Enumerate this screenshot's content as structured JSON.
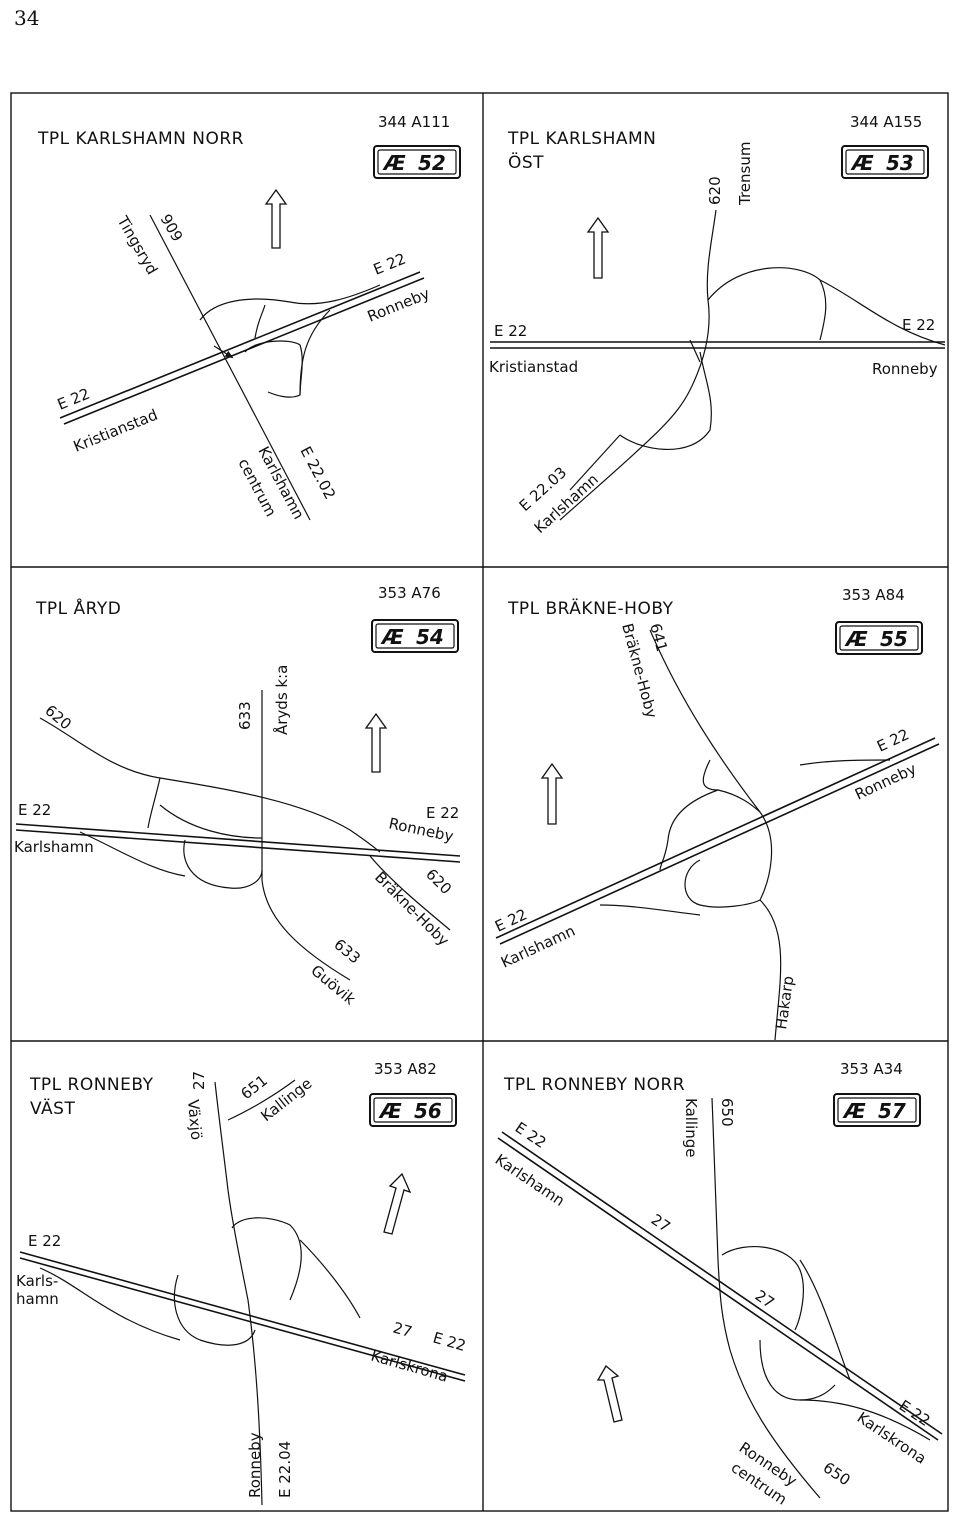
{
  "page_number": "34",
  "panels": [
    {
      "title_lines": [
        "TPL KARLSHAMN NORR"
      ],
      "code": "344  A111",
      "badge": "52",
      "labels": [
        "909",
        "Tingsryd",
        "E 22",
        "Ronneby",
        "E 22",
        "Kristianstad",
        "E 22.02",
        "Karlshamn",
        "centrum"
      ]
    },
    {
      "title_lines": [
        "TPL KARLSHAMN",
        "ÖST"
      ],
      "code": "344  A155",
      "badge": "53",
      "labels": [
        "620",
        "Trensum",
        "E 22",
        "Kristianstad",
        "E 22",
        "Ronneby",
        "E 22.03",
        "Karlshamn"
      ]
    },
    {
      "title_lines": [
        "TPL ÅRYD"
      ],
      "code": "353  A76",
      "badge": "54",
      "labels": [
        "620",
        "633",
        "Åryds k:a",
        "E 22",
        "Karlshamn",
        "E 22",
        "Ronneby",
        "620",
        "Bräkne-Hoby",
        "633",
        "Guövik"
      ]
    },
    {
      "title_lines": [
        "TPL BRÄKNE-HOBY"
      ],
      "code": "353  A84",
      "badge": "55",
      "labels": [
        "641",
        "Bräkne-Hoby",
        "E 22",
        "Ronneby",
        "E 22",
        "Karlshamn",
        "Hakarp"
      ]
    },
    {
      "title_lines": [
        "TPL RONNEBY",
        "VÄST"
      ],
      "code": "353  A82",
      "badge": "56",
      "labels": [
        "27",
        "Växjö",
        "651",
        "Kallinge",
        "E 22",
        "Karls-",
        "hamn",
        "27",
        "E 22",
        "Karlskrona",
        "Ronneby",
        "E 22.04"
      ]
    },
    {
      "title_lines": [
        "TPL RONNEBY NORR"
      ],
      "code": "353  A34",
      "badge": "57",
      "labels": [
        "650",
        "Kallinge",
        "E 22",
        "Karlshamn",
        "27",
        "27",
        "E 22",
        "Karlskrona",
        "Ronneby",
        "centrum",
        "650"
      ]
    }
  ]
}
